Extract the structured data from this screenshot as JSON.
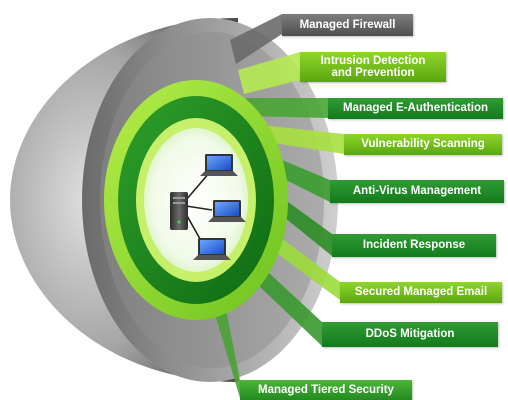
{
  "colors": {
    "shell_dark": "#4a4a4a",
    "shell_light": "#bdbdbd",
    "lime": "#9bdc2c",
    "green": "#1e8a1e",
    "dark_green": "#0f6e14",
    "core": "#e9f7da"
  },
  "layers": [
    {
      "label": "Managed Firewall",
      "style": "dark"
    },
    {
      "label": "Intrusion Detection\nand Prevention",
      "style": "lime"
    },
    {
      "label": "Managed E-Authentication",
      "style": "green"
    },
    {
      "label": "Vulnerability Scanning",
      "style": "lime"
    },
    {
      "label": "Anti-Virus Management",
      "style": "green"
    },
    {
      "label": "Incident Response",
      "style": "green"
    },
    {
      "label": "Secured Managed Email",
      "style": "lime"
    },
    {
      "label": "DDoS Mitigation",
      "style": "green"
    },
    {
      "label": "Managed Tiered Security",
      "style": "mid"
    }
  ],
  "network": {
    "icons": [
      "server-icon",
      "laptop-icon",
      "laptop-icon",
      "laptop-icon"
    ]
  }
}
